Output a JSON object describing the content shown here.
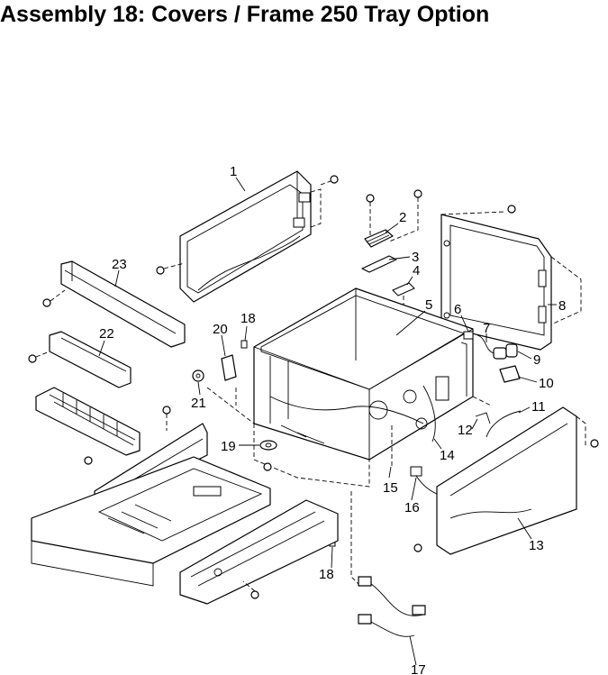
{
  "title": "Assembly 18:  Covers / Frame 250 Tray Option",
  "callouts": {
    "c1": "1",
    "c2": "2",
    "c3": "3",
    "c4": "4",
    "c5": "5",
    "c6": "6",
    "c7": "7",
    "c8": "8",
    "c9": "9",
    "c10": "10",
    "c11": "11",
    "c12": "12",
    "c13": "13",
    "c14": "14",
    "c15": "15",
    "c16": "16",
    "c17": "17",
    "c18a": "18",
    "c18b": "18",
    "c19": "19",
    "c20": "20",
    "c21": "21",
    "c22": "22",
    "c23": "23"
  }
}
